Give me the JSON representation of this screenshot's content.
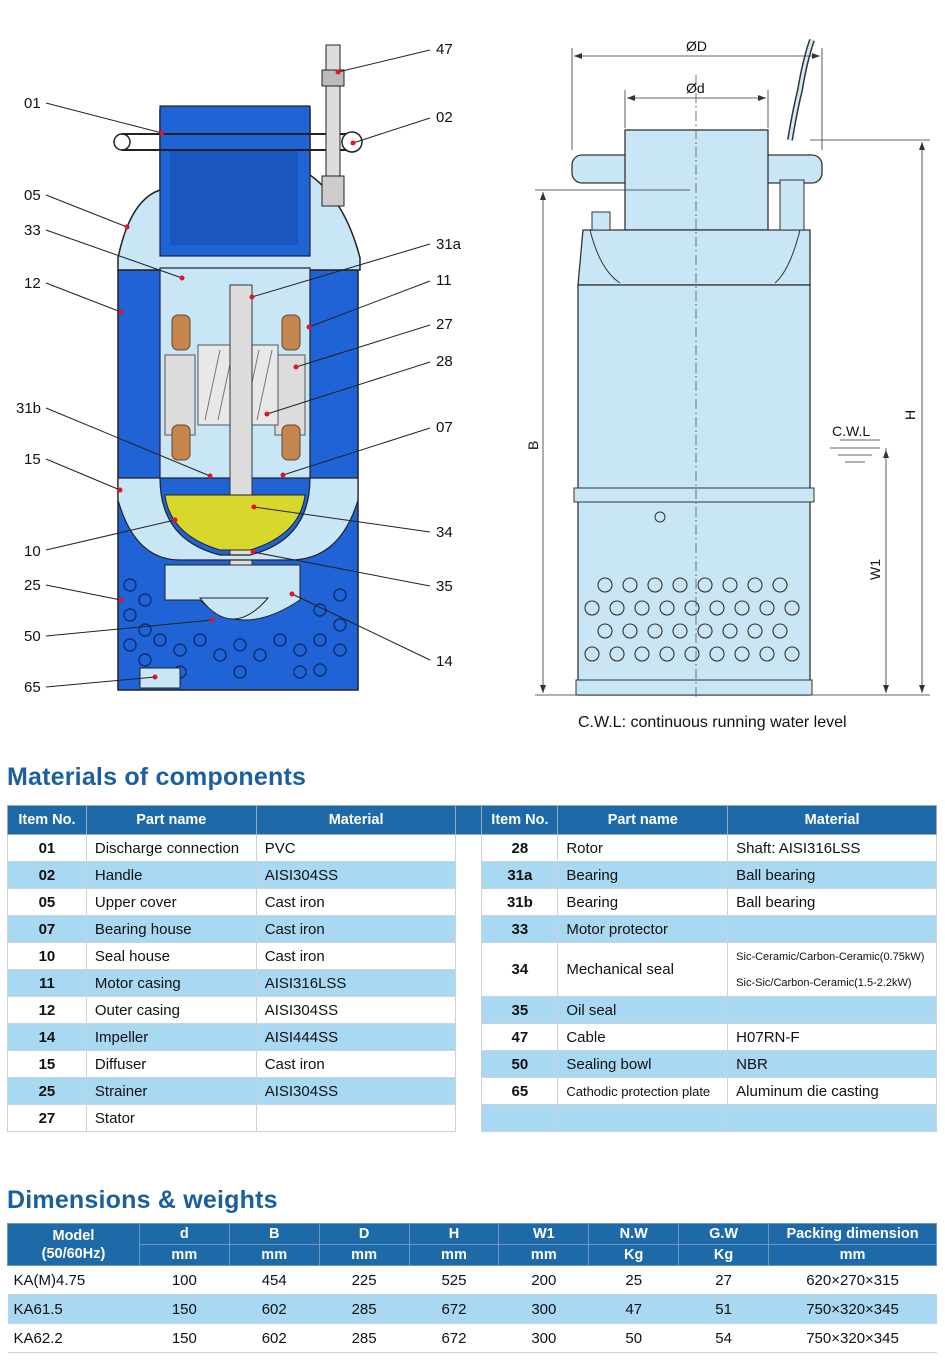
{
  "diagram": {
    "callouts_left": [
      "01",
      "05",
      "33",
      "12",
      "31b",
      "15",
      "10",
      "25",
      "50",
      "65"
    ],
    "callouts_right": [
      "47",
      "02",
      "31a",
      "11",
      "27",
      "28",
      "07",
      "34",
      "35",
      "14"
    ],
    "dim_D": "ØD",
    "dim_d": "Ød",
    "dim_B": "B",
    "dim_H": "H",
    "dim_W1": "W1",
    "cwl_mark": "C.W.L",
    "cwl_note": "C.W.L: continuous running water level"
  },
  "materials": {
    "title": "Materials of components",
    "headers": [
      "Item No.",
      "Part name",
      "Material"
    ],
    "left": [
      {
        "no": "01",
        "part": "Discharge connection",
        "material": "PVC"
      },
      {
        "no": "02",
        "part": "Handle",
        "material": "AISI304SS"
      },
      {
        "no": "05",
        "part": "Upper cover",
        "material": "Cast iron"
      },
      {
        "no": "07",
        "part": "Bearing house",
        "material": "Cast iron"
      },
      {
        "no": "10",
        "part": "Seal house",
        "material": "Cast iron"
      },
      {
        "no": "11",
        "part": "Motor casing",
        "material": "AISI316LSS"
      },
      {
        "no": "12",
        "part": "Outer casing",
        "material": "AISI304SS"
      },
      {
        "no": "14",
        "part": "Impeller",
        "material": "AISI444SS"
      },
      {
        "no": "15",
        "part": "Diffuser",
        "material": "Cast iron"
      },
      {
        "no": "25",
        "part": "Strainer",
        "material": "AISI304SS"
      },
      {
        "no": "27",
        "part": "Stator",
        "material": ""
      }
    ],
    "right": [
      {
        "no": "28",
        "part": "Rotor",
        "material": "Shaft: AISI316LSS"
      },
      {
        "no": "31a",
        "part": "Bearing",
        "material": "Ball bearing"
      },
      {
        "no": "31b",
        "part": "Bearing",
        "material": "Ball bearing"
      },
      {
        "no": "33",
        "part": "Motor protector",
        "material": ""
      },
      {
        "no": "34",
        "part": "Mechanical seal",
        "material": "Sic-Ceramic/Carbon-Ceramic(0.75kW)",
        "material2": "Sic-Sic/Carbon-Ceramic(1.5-2.2kW)"
      },
      {
        "no": "35",
        "part": "Oil seal",
        "material": ""
      },
      {
        "no": "47",
        "part": "Cable",
        "material": "H07RN-F"
      },
      {
        "no": "50",
        "part": "Sealing bowl",
        "material": "NBR"
      },
      {
        "no": "65",
        "part": "Cathodic protection plate",
        "material": "Aluminum die casting"
      },
      {
        "no": "",
        "part": "",
        "material": ""
      }
    ]
  },
  "dimensions": {
    "title": "Dimensions & weights",
    "model_header": "Model",
    "model_sub": "(50/60Hz)",
    "headers": [
      "d",
      "B",
      "D",
      "H",
      "W1",
      "N.W",
      "G.W",
      "Packing dimension"
    ],
    "units": [
      "mm",
      "mm",
      "mm",
      "mm",
      "mm",
      "Kg",
      "Kg",
      "mm"
    ],
    "rows": [
      {
        "model": "KA(M)4.75",
        "vals": [
          "100",
          "454",
          "225",
          "525",
          "200",
          "25",
          "27",
          "620×270×315"
        ]
      },
      {
        "model": "KA61.5",
        "vals": [
          "150",
          "602",
          "285",
          "672",
          "300",
          "47",
          "51",
          "750×320×345"
        ]
      },
      {
        "model": "KA62.2",
        "vals": [
          "150",
          "602",
          "285",
          "672",
          "300",
          "50",
          "54",
          "750×320×345"
        ]
      }
    ]
  },
  "colors": {
    "header_blue": "#1e6aa8",
    "row_alt": "#a8d8f2",
    "title_blue": "#1a5fa0",
    "pump_blue": "#1f63d6",
    "body_light": "#c9e6f6"
  }
}
